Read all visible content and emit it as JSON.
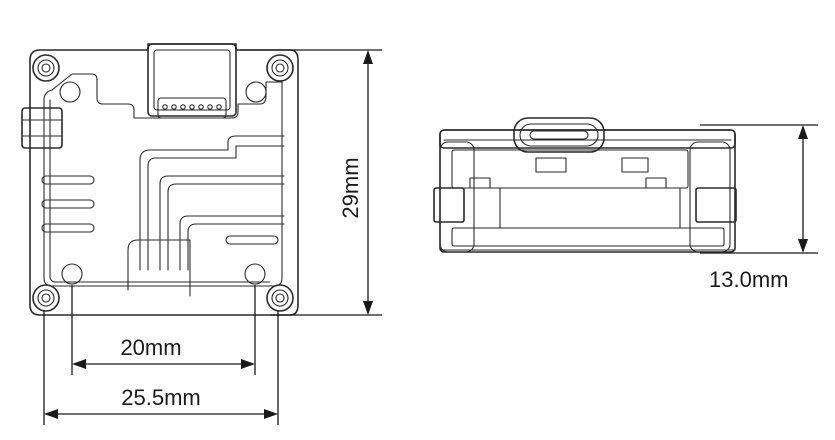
{
  "dimensions": {
    "height_front": "29mm",
    "inner_width": "20mm",
    "outer_width": "25.5mm",
    "height_side": "13.0mm"
  }
}
